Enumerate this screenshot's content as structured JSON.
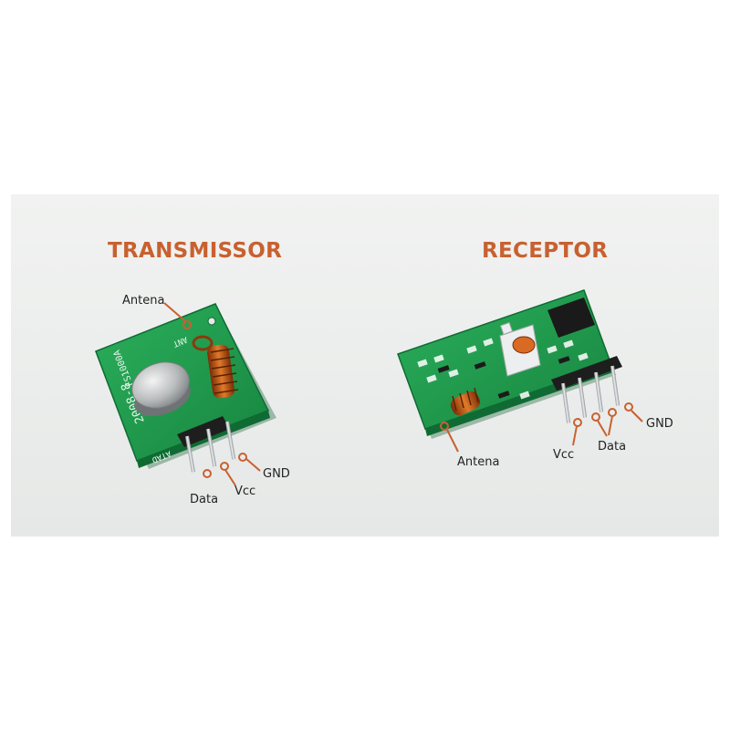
{
  "colors": {
    "accent": "#c8612f",
    "pcb": "#1f9a4e",
    "pcb_dark": "#127a3a",
    "panel": "#ececec"
  },
  "transmitter": {
    "title": "TRANSMISSOR",
    "silkscreen": {
      "part": "FS1000A",
      "date": "2008-8",
      "ant": "ANT",
      "data": "ATAD"
    },
    "pins": {
      "antenna": "Antena",
      "data": "Data",
      "vcc": "Vcc",
      "gnd": "GND"
    }
  },
  "receiver": {
    "title": "RECEPTOR",
    "pins": {
      "antenna": "Antena",
      "vcc": "Vcc",
      "data": "Data",
      "gnd": "GND"
    }
  }
}
